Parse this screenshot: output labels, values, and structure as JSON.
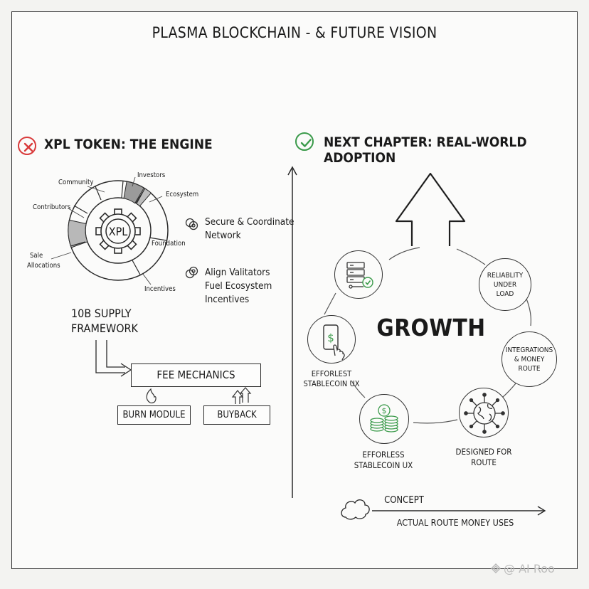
{
  "title": "PLASMA BLOCKCHAIN - & FUTURE VISION",
  "left_section": {
    "heading": "XPL TOKEN: THE ENGINE",
    "heading_icon": "cross-circle-icon",
    "accent_red": "#d93a3a",
    "gear_label": "XPL",
    "ring_labels": {
      "community": "Community",
      "investors": "Investors",
      "ecosystem": "Ecosystem",
      "contributors": "Contributors",
      "foundation": "Foundation",
      "sale": "Sale",
      "allocations": "Allocations",
      "incentives": "Incentives"
    },
    "notes": [
      {
        "icon": "coins-icon",
        "line1": "Secure & Coordinate",
        "line2": "Network"
      },
      {
        "icon": "coins-icon",
        "line1": "Align Valitators",
        "line2": "Fuel Ecosystem",
        "line3": "Incentives"
      }
    ],
    "supply_line1": "10B SUPPLY",
    "supply_line2": "FRAMEWORK",
    "fee_mechanics": "FEE MECHANICS",
    "burn_module": "BURN MODULE",
    "buyback": "BUYBACK"
  },
  "right_section": {
    "heading": "NEXT CHAPTER: REAL-WORLD ADOPTION",
    "heading_icon": "check-circle-icon",
    "accent_green": "#3a9a4a",
    "center": "GROWTH",
    "nodes": {
      "reliability": "RELIABLITY UNDER LOAD",
      "integrations": "INTEGRATIONS & MONEY ROUTE"
    },
    "captions": {
      "phone_line1": "EFFORLEST",
      "phone_line2": "STABLECOIN UX",
      "coins_line1": "EFFORLESS",
      "coins_line2": "STABLECOIN UX",
      "globe_line1": "DESIGNED FOR",
      "globe_line2": "ROUTE"
    },
    "concept": "CONCEPT",
    "actual_route": "ACTUAL ROUTE MONEY USES"
  },
  "watermark": "@ AI Roo"
}
